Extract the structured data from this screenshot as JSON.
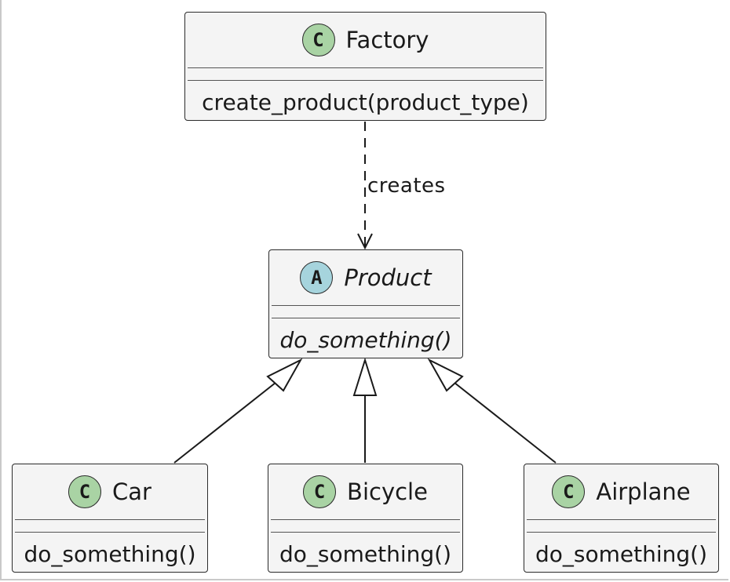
{
  "classes": {
    "factory": {
      "stereotype": "C",
      "name": "Factory",
      "method": "create_product(product_type)"
    },
    "product": {
      "stereotype": "A",
      "name": "Product",
      "method": "do_something()"
    },
    "car": {
      "stereotype": "C",
      "name": "Car",
      "method": "do_something()"
    },
    "bicycle": {
      "stereotype": "C",
      "name": "Bicycle",
      "method": "do_something()"
    },
    "airplane": {
      "stereotype": "C",
      "name": "Airplane",
      "method": "do_something()"
    }
  },
  "relations": {
    "creates_label": "creates"
  },
  "colors": {
    "class_badge": "#a9d3a4",
    "abstract_badge": "#a6d4dd",
    "box_fill": "#f4f4f4",
    "line": "#1a1a1a"
  }
}
